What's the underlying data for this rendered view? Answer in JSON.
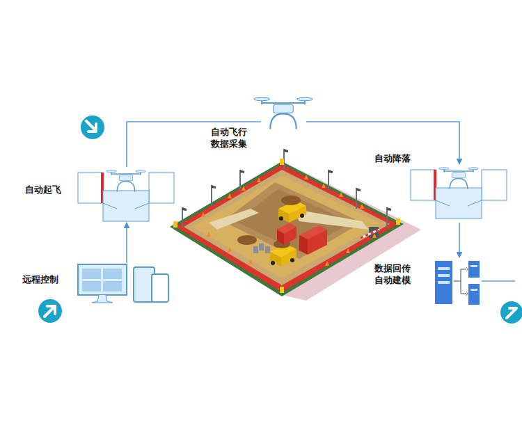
{
  "diagram": {
    "nodes": [
      {
        "text": [
          "自动起飞"
        ]
      },
      {
        "text": [
          "自动飞行 数据采集"
        ]
      },
      {
        "text": [
          "自动降落"
        ]
      },
      {
        "text": [
          "远程控制"
        ]
      },
      {
        "text": [
          "数据回传 自动建模"
        ]
      }
    ],
    "edges": [
      {
        "from": 3,
        "to": 0,
        "arrow": "to"
      },
      {
        "from": 0,
        "to": 1,
        "arrow": "none"
      },
      {
        "from": 1,
        "to": 2,
        "arrow": "to"
      },
      {
        "from": 2,
        "to": 4,
        "arrow": "to"
      }
    ]
  }
}
